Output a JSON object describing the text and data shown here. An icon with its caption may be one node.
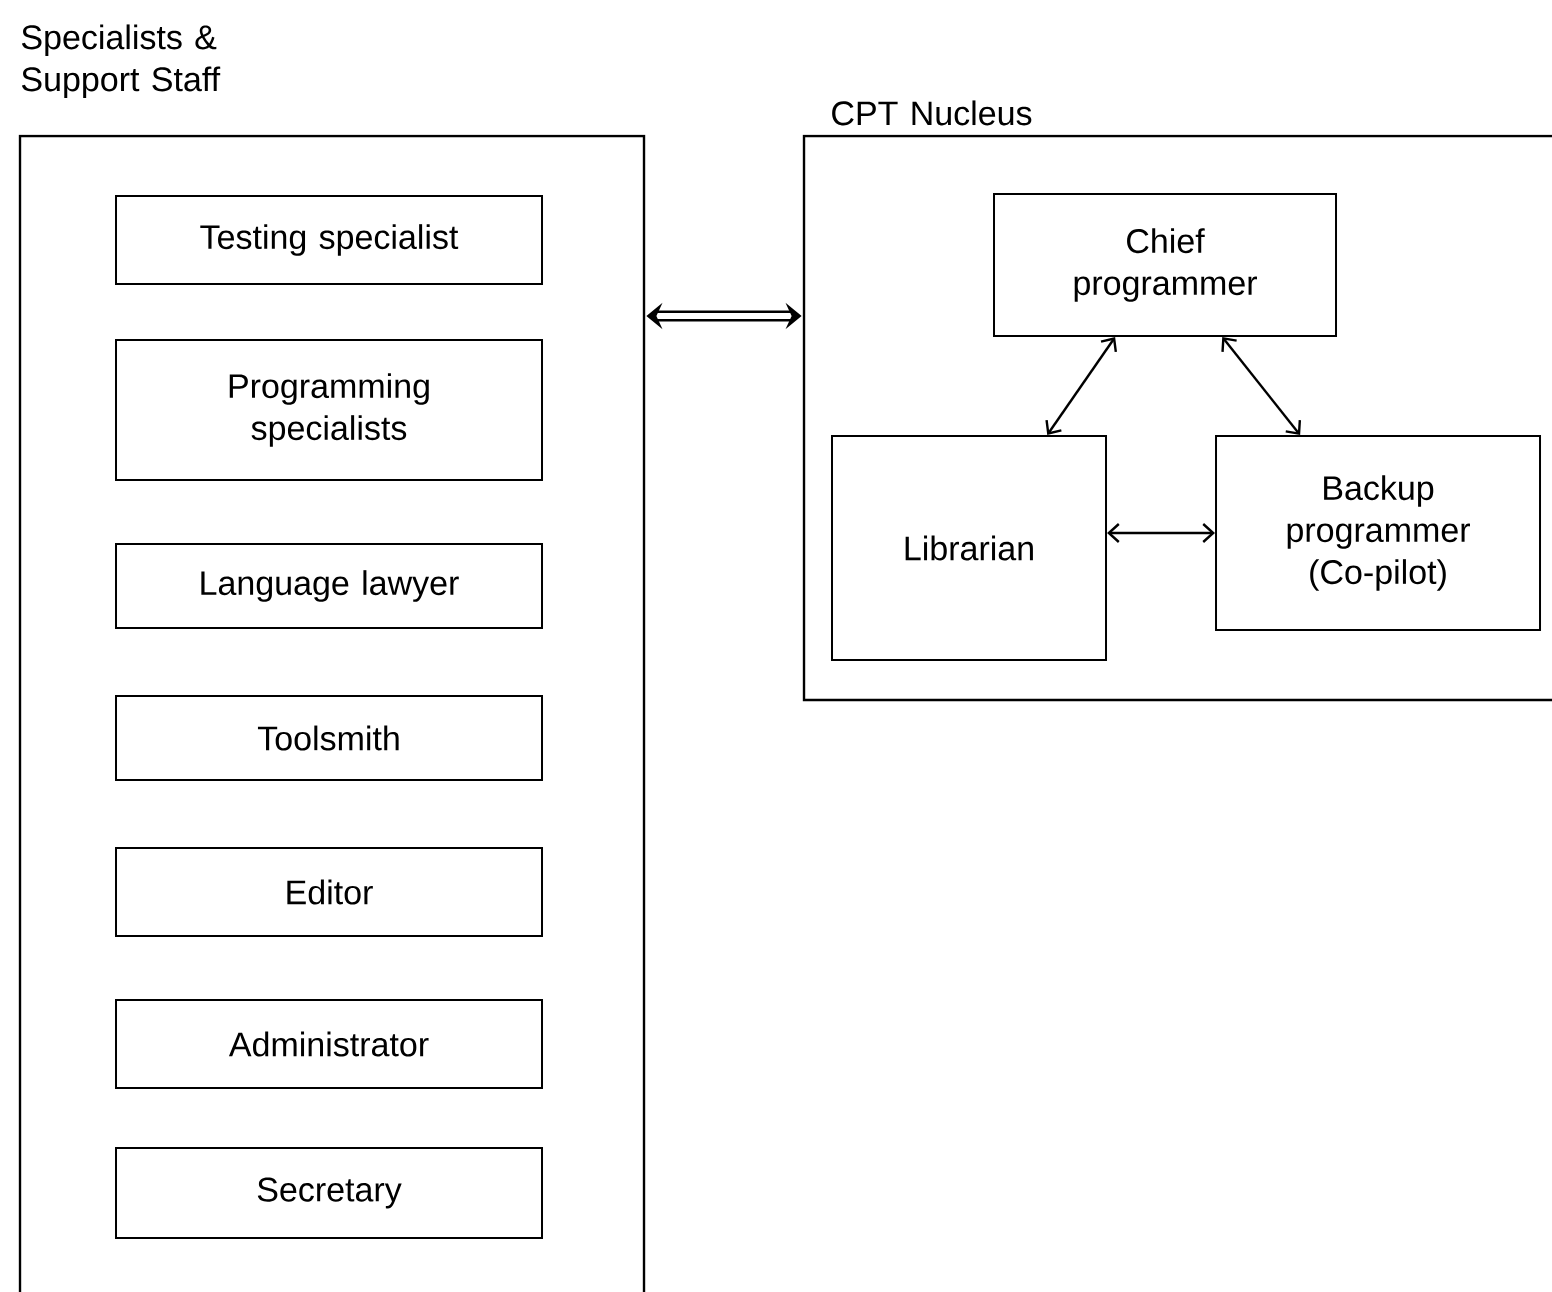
{
  "diagram": {
    "nodes": [
      {
        "text": [
          "Specialists & Support Staff"
        ]
      },
      {
        "text": [
          "Testing specialist"
        ],
        "in": 0
      },
      {
        "text": [
          "Programming specialists"
        ],
        "in": 0
      },
      {
        "text": [
          "Language lawyer"
        ],
        "in": 0
      },
      {
        "text": [
          "Toolsmith"
        ],
        "in": 0
      },
      {
        "text": [
          "Editor"
        ],
        "in": 0
      },
      {
        "text": [
          "Administrator"
        ],
        "in": 0
      },
      {
        "text": [
          "Secretary"
        ],
        "in": 0
      },
      {
        "text": [
          "CPT Nucleus"
        ]
      },
      {
        "text": [
          "Chief programmer"
        ],
        "in": 8
      },
      {
        "text": [
          "Librarian"
        ],
        "in": 8
      },
      {
        "text": [
          "Backup programmer (Co-pilot)"
        ],
        "in": 8
      }
    ],
    "edges": [
      {
        "from": 0,
        "to": 8,
        "arrow": "both",
        "style": "thick"
      },
      {
        "from": 9,
        "to": 10,
        "arrow": "both"
      },
      {
        "from": 9,
        "to": 11,
        "arrow": "both"
      },
      {
        "from": 10,
        "to": 11,
        "arrow": "both"
      }
    ]
  }
}
